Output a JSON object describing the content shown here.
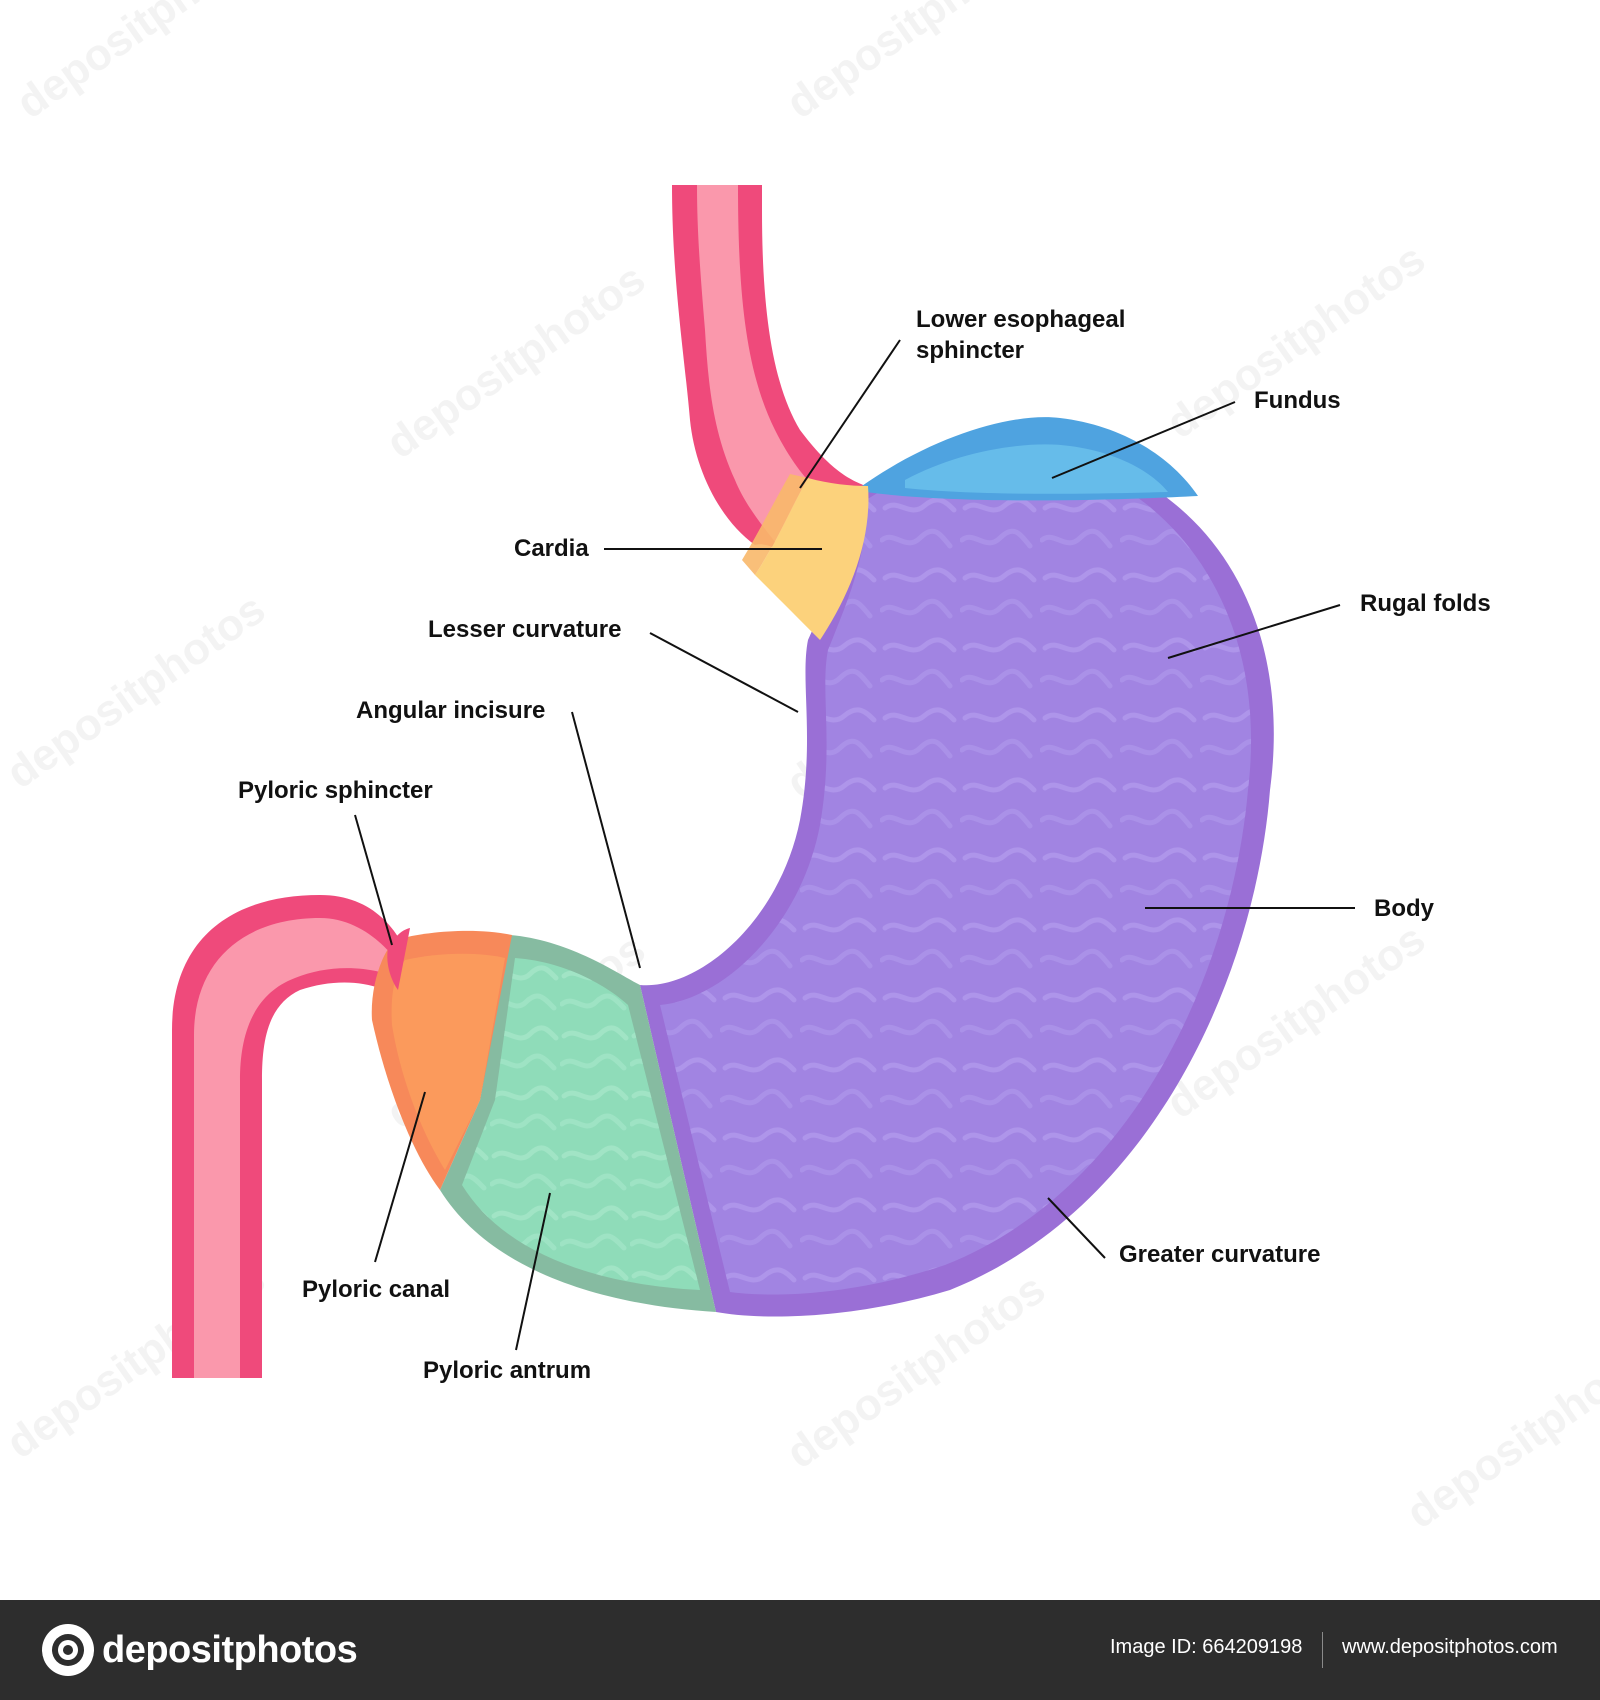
{
  "diagram": {
    "labels": {
      "les_line1": "Lower esophageal",
      "les_line2": "sphincter",
      "fundus": "Fundus",
      "cardia": "Cardia",
      "rugal_folds": "Rugal folds",
      "lesser_curvature": "Lesser curvature",
      "angular_incisure": "Angular incisure",
      "pyloric_sphincter": "Pyloric sphincter",
      "body": "Body",
      "greater_curvature": "Greater curvature",
      "pyloric_canal": "Pyloric canal",
      "pyloric_antrum": "Pyloric antrum"
    },
    "colors": {
      "esophagus_outer": "#ef4a7b",
      "esophagus_inner": "#fa98ac",
      "fundus": "#4fa3e0",
      "body": "#a184e2",
      "body_rim": "#9a6fd6",
      "cardia": "#fcd27c",
      "antrum": "#8fdcb9",
      "antrum_rim": "#86bba1",
      "pylorus": "#fb9a5c",
      "pylorus_rim": "#f7895a"
    },
    "watermark": "depositphotos"
  },
  "footer": {
    "brand": "depositphotos",
    "image_id": "Image ID: 664209198",
    "url": "www.depositphotos.com"
  }
}
